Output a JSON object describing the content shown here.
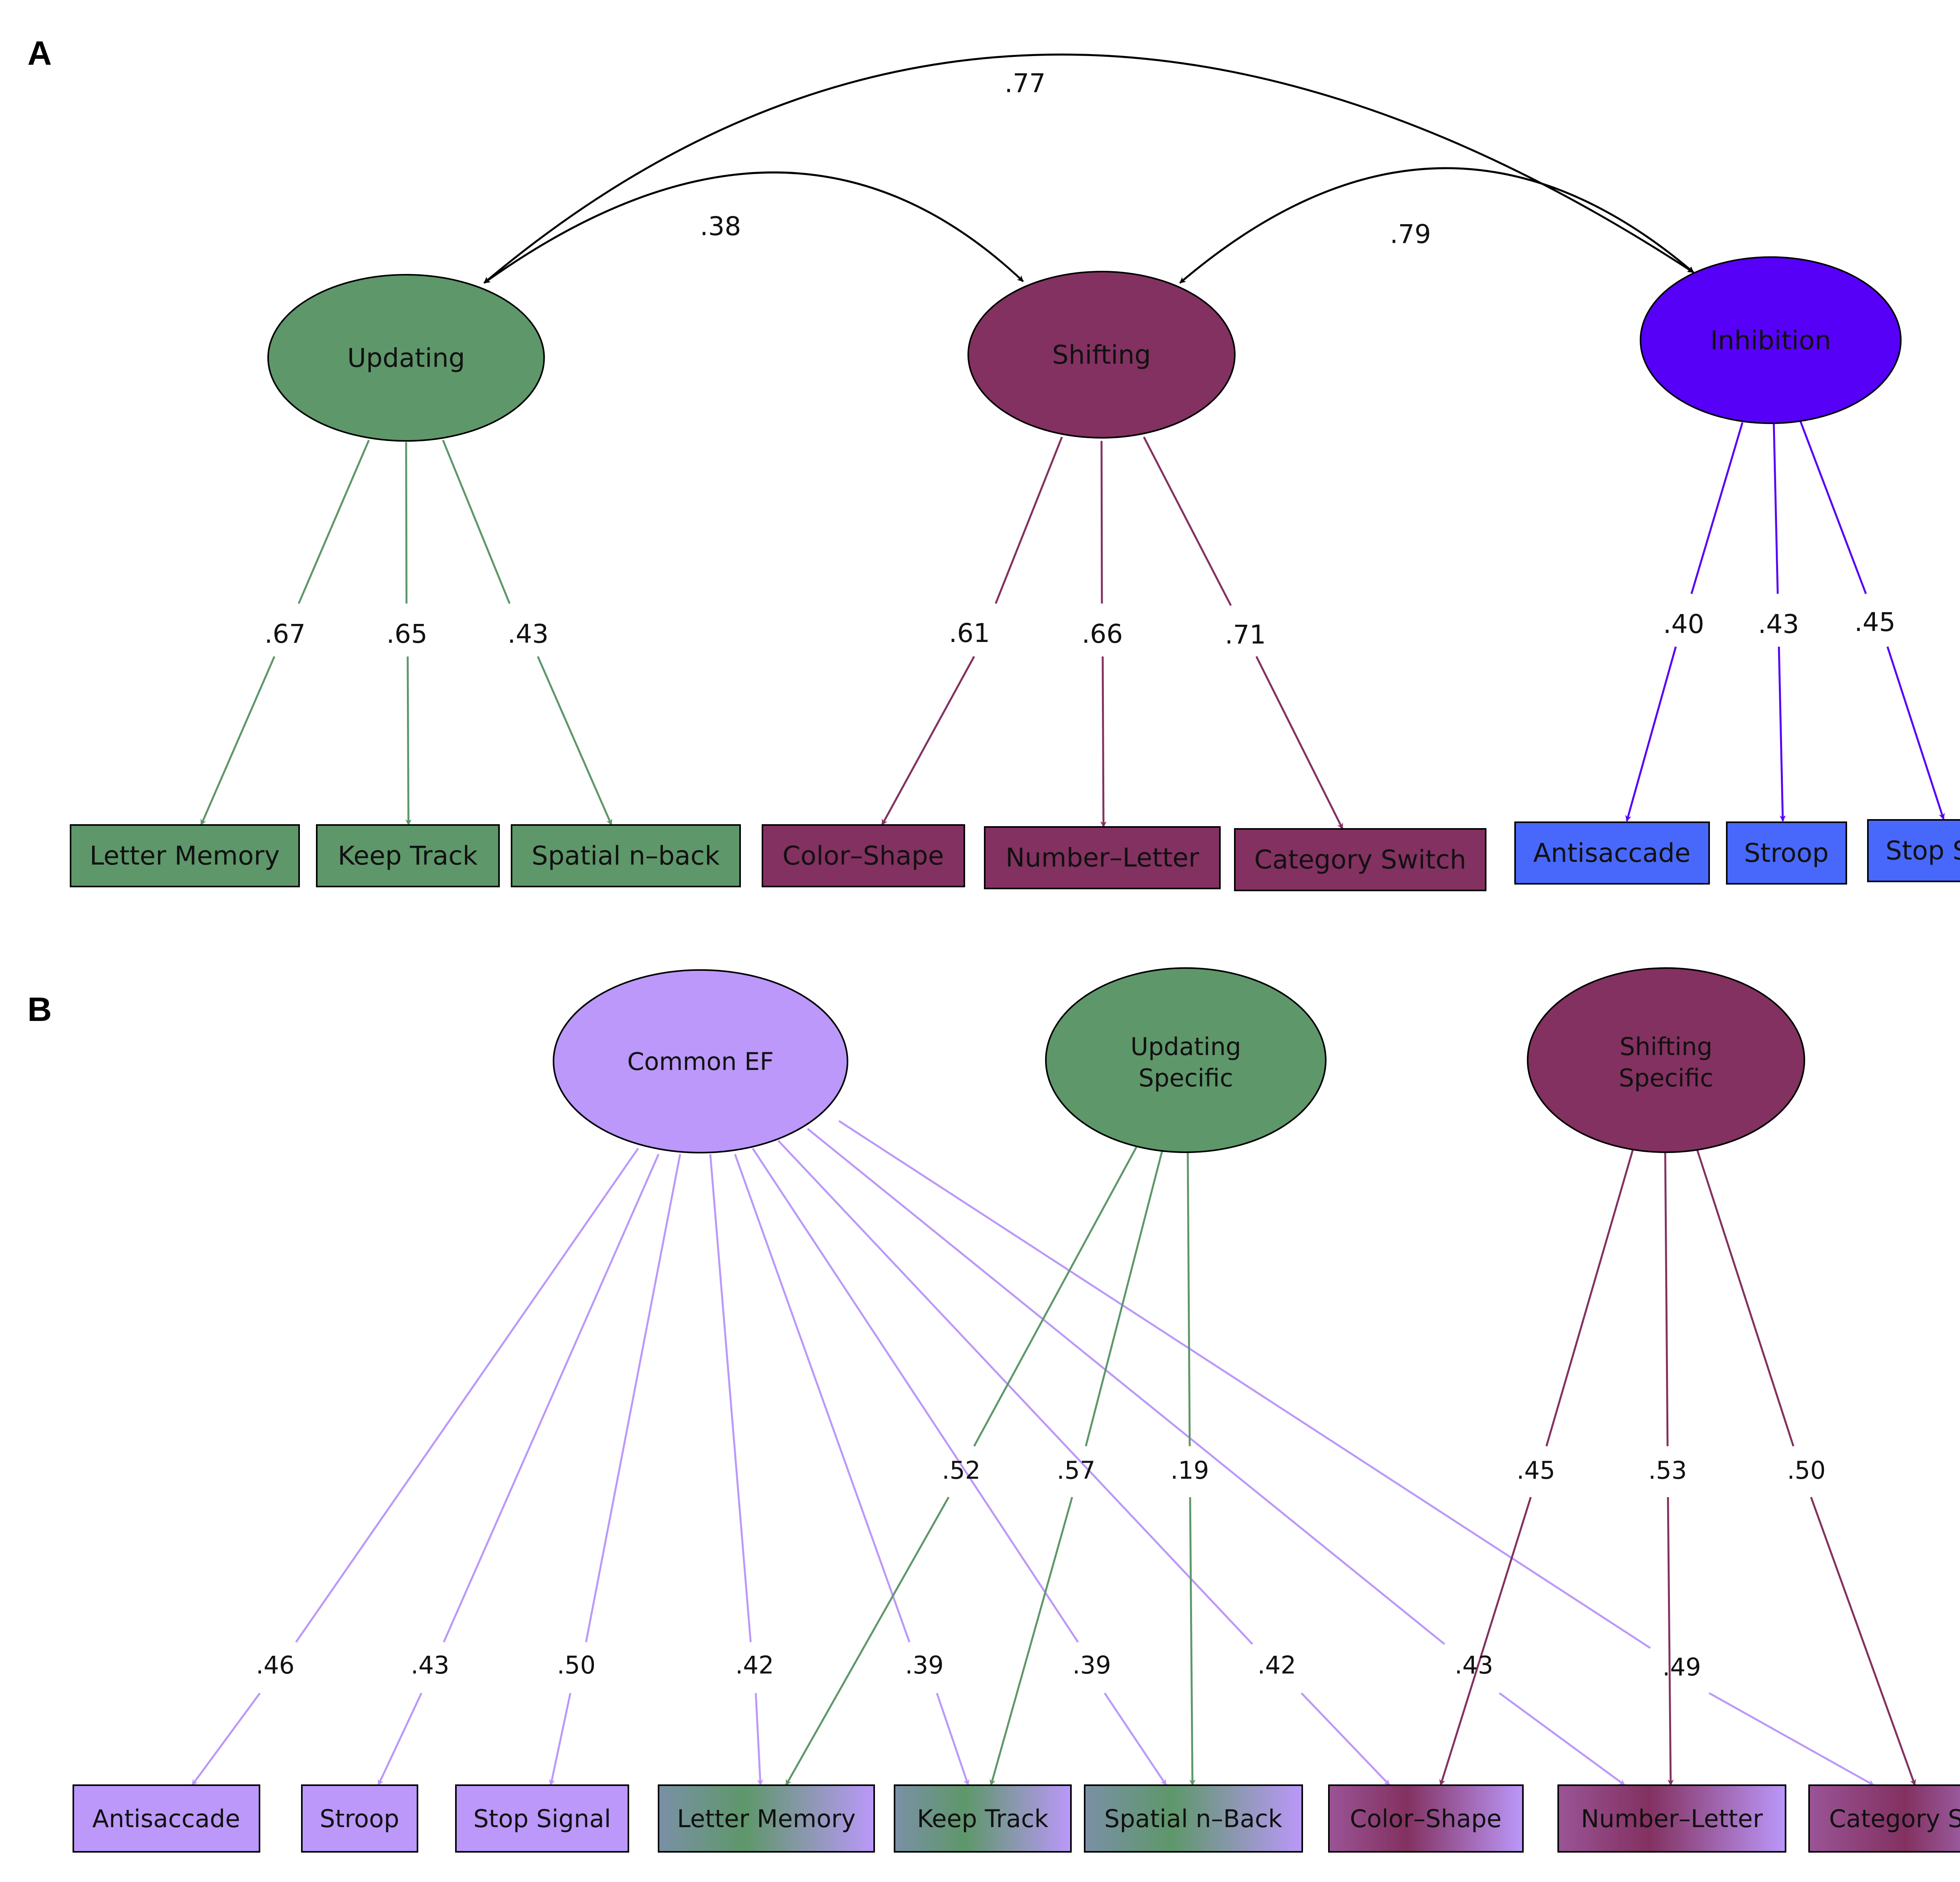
{
  "colors": {
    "green": "#5e976a",
    "maroon": "#833160",
    "violet": "#5600f7",
    "blue": "#4868fb",
    "lavender": "#bb98fa",
    "black": "#000000"
  },
  "panel_a": {
    "label": "A",
    "factors": {
      "updating": "Updating",
      "shifting": "Shifting",
      "inhibition": "Inhibition"
    },
    "correlations": {
      "upd_inh": ".77",
      "upd_shf": ".38",
      "shf_inh": ".79"
    },
    "indicators": {
      "letter_memory": "Letter Memory",
      "keep_track": "Keep Track",
      "spatial_nback": "Spatial n–back",
      "color_shape": "Color–Shape",
      "number_letter": "Number–Letter",
      "category_switch": "Category Switch",
      "antisaccade": "Antisaccade",
      "stroop": "Stroop",
      "stop_signal": "Stop Signal"
    },
    "loadings": {
      "letter_memory": ".67",
      "keep_track": ".65",
      "spatial_nback": ".43",
      "color_shape": ".61",
      "number_letter": ".66",
      "category_switch": ".71",
      "antisaccade": ".40",
      "stroop": ".43",
      "stop_signal": ".45"
    }
  },
  "panel_b": {
    "label": "B",
    "factors": {
      "common_ef": "Common EF",
      "updating_specific_1": "Updating",
      "updating_specific_2": "Specific",
      "shifting_specific_1": "Shifting",
      "shifting_specific_2": "Specific"
    },
    "indicators": {
      "antisaccade": "Antisaccade",
      "stroop": "Stroop",
      "stop_signal": "Stop Signal",
      "letter_memory": "Letter Memory",
      "keep_track": "Keep Track",
      "spatial_nback": "Spatial n–Back",
      "color_shape": "Color–Shape",
      "number_letter": "Number–Letter",
      "category_switch": "Category Switch"
    },
    "common_loadings": {
      "antisaccade": ".46",
      "stroop": ".43",
      "stop_signal": ".50",
      "letter_memory": ".42",
      "keep_track": ".39",
      "spatial_nback": ".39",
      "color_shape": ".42",
      "number_letter": ".43",
      "category_switch": ".49"
    },
    "updating_loadings": {
      "letter_memory": ".52",
      "keep_track": ".57",
      "spatial_nback": ".19"
    },
    "shifting_loadings": {
      "color_shape": ".45",
      "number_letter": ".53",
      "category_switch": ".50"
    }
  }
}
